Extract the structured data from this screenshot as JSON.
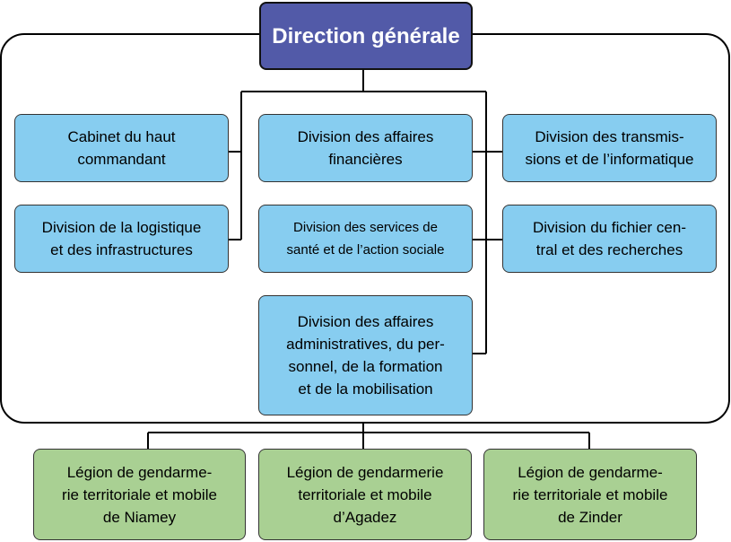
{
  "direction": {
    "label": "Direction générale"
  },
  "divisions": {
    "cabinet": "Cabinet du haut\ncommandant",
    "logistique": "Division de la logistique\net des infrastructures",
    "financieres": "Division des affaires\nfinancières",
    "sante": "Division des services de\nsanté et de l’action sociale",
    "administratives": "Division des affaires\nadministratives, du per-\nsonnel, de la formation\net de la mobilisation",
    "transmissions": "Division des transmis-\nsions et de l’informatique",
    "fichier": "Division du fichier cen-\ntral et des recherches"
  },
  "legions": {
    "niamey": "Légion de gendarme-\nrie territoriale et mobile\nde Niamey",
    "agadez": "Légion de gendarmerie\nterritoriale et mobile\nd’Agadez",
    "zinder": "Légion de gendarme-\nrie territoriale et mobile\nde Zinder"
  },
  "colors": {
    "direction_fill": "#525aa8",
    "division_fill": "#87cdf0",
    "legion_fill": "#a9d093"
  }
}
